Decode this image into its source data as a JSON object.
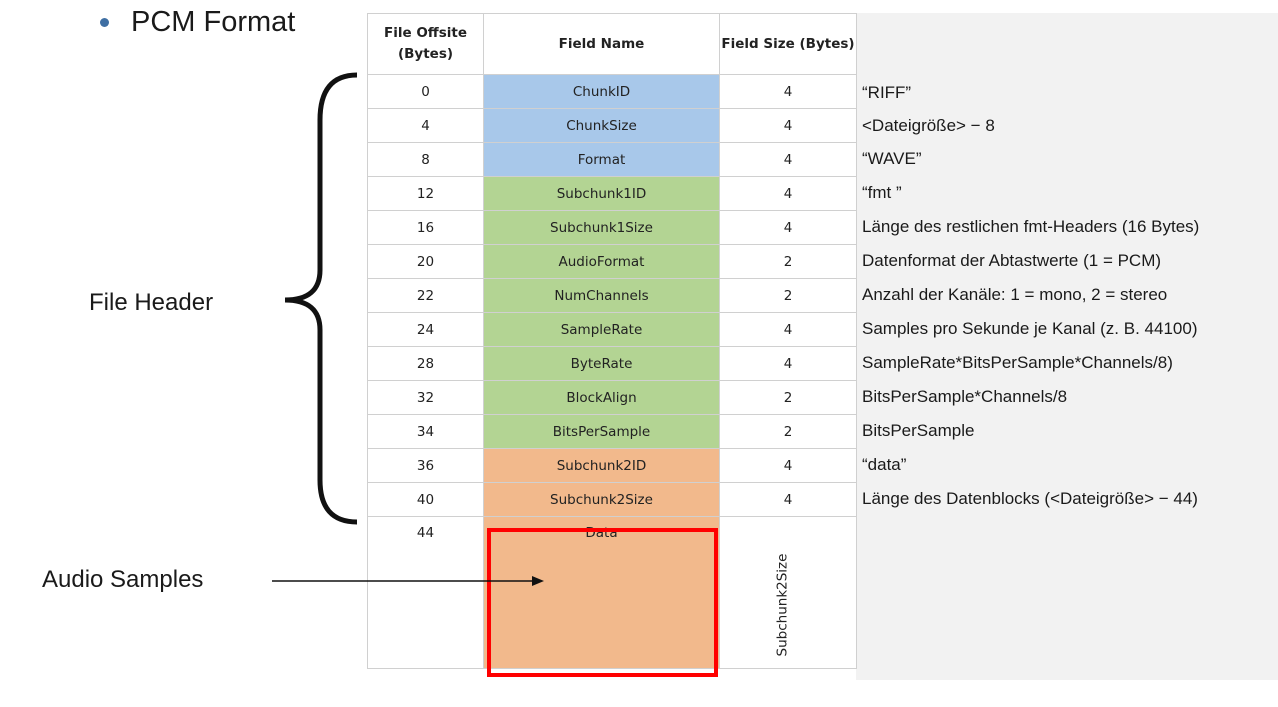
{
  "slide": {
    "title": "PCM Format"
  },
  "table": {
    "headers": {
      "offset": "File Offsite (Bytes)",
      "field": "Field Name",
      "size": "Field Size (Bytes)"
    },
    "rows": [
      {
        "offset": "0",
        "field": "ChunkID",
        "size": "4",
        "group": "riff",
        "desc": "“RIFF”"
      },
      {
        "offset": "4",
        "field": "ChunkSize",
        "size": "4",
        "group": "riff",
        "desc": "<Dateigröße> − 8"
      },
      {
        "offset": "8",
        "field": "Format",
        "size": "4",
        "group": "riff",
        "desc": "“WAVE”"
      },
      {
        "offset": "12",
        "field": "Subchunk1ID",
        "size": "4",
        "group": "fmt",
        "desc": "“fmt ”"
      },
      {
        "offset": "16",
        "field": "Subchunk1Size",
        "size": "4",
        "group": "fmt",
        "desc": "Länge des restlichen fmt-Headers (16 Bytes)"
      },
      {
        "offset": "20",
        "field": "AudioFormat",
        "size": "2",
        "group": "fmt",
        "desc": "Datenformat der Abtastwerte (1 = PCM)"
      },
      {
        "offset": "22",
        "field": "NumChannels",
        "size": "2",
        "group": "fmt",
        "desc": "Anzahl der Kanäle: 1 = mono, 2 = stereo"
      },
      {
        "offset": "24",
        "field": "SampleRate",
        "size": "4",
        "group": "fmt",
        "desc": "Samples pro Sekunde je Kanal (z. B. 44100)"
      },
      {
        "offset": "28",
        "field": "ByteRate",
        "size": "4",
        "group": "fmt",
        "desc": "SampleRate*BitsPerSample*Channels/8)"
      },
      {
        "offset": "32",
        "field": "BlockAlign",
        "size": "2",
        "group": "fmt",
        "desc": "BitsPerSample*Channels/8"
      },
      {
        "offset": "34",
        "field": "BitsPerSample",
        "size": "2",
        "group": "fmt",
        "desc": "BitsPerSample"
      },
      {
        "offset": "36",
        "field": "Subchunk2ID",
        "size": "4",
        "group": "data",
        "desc": "“data”"
      },
      {
        "offset": "40",
        "field": "Subchunk2Size",
        "size": "4",
        "group": "data",
        "desc": "Länge des Datenblocks (<Dateigröße> − 44)"
      }
    ],
    "data_row": {
      "offset": "44",
      "field": "Data",
      "size": "Subchunk2Size"
    }
  },
  "annotations": {
    "file_header": "File Header",
    "audio_samples": "Audio Samples"
  },
  "colors": {
    "riff": "#a8c8ea",
    "fmt": "#b3d493",
    "data": "#f2b98c",
    "highlight": "#ff0000",
    "bullet": "#3f6fa3"
  }
}
